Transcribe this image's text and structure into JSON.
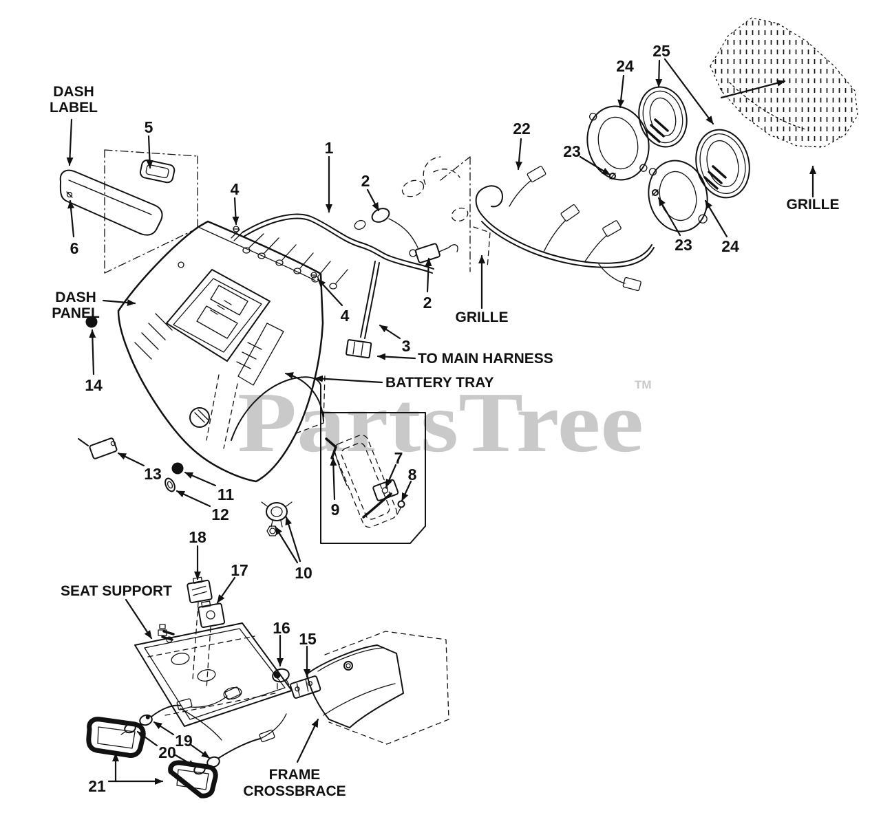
{
  "diagram": {
    "background": "#ffffff",
    "line_color": "#111111",
    "watermark": {
      "text": "PartsTree",
      "tm": "TM",
      "color": "#c9c9c9"
    },
    "part_labels": {
      "dash_label": [
        "DASH",
        "LABEL"
      ],
      "dash_panel": [
        "DASH",
        "PANEL"
      ],
      "grille_center": [
        "GRILLE"
      ],
      "grille_right": [
        "GRILLE"
      ],
      "to_main_harness": [
        "TO MAIN HARNESS"
      ],
      "battery_tray": [
        "BATTERY TRAY"
      ],
      "seat_support": [
        "SEAT SUPPORT"
      ],
      "frame_crossbrace": [
        "FRAME",
        "CROSSBRACE"
      ]
    },
    "callouts": [
      {
        "num": "1"
      },
      {
        "num": "2"
      },
      {
        "num": "2"
      },
      {
        "num": "3"
      },
      {
        "num": "4"
      },
      {
        "num": "4"
      },
      {
        "num": "5"
      },
      {
        "num": "6"
      },
      {
        "num": "7"
      },
      {
        "num": "8"
      },
      {
        "num": "9"
      },
      {
        "num": "10"
      },
      {
        "num": "11"
      },
      {
        "num": "12"
      },
      {
        "num": "13"
      },
      {
        "num": "14"
      },
      {
        "num": "15"
      },
      {
        "num": "16"
      },
      {
        "num": "17"
      },
      {
        "num": "18"
      },
      {
        "num": "19"
      },
      {
        "num": "20"
      },
      {
        "num": "21"
      },
      {
        "num": "22"
      },
      {
        "num": "23"
      },
      {
        "num": "23"
      },
      {
        "num": "24"
      },
      {
        "num": "24"
      },
      {
        "num": "25"
      }
    ]
  }
}
